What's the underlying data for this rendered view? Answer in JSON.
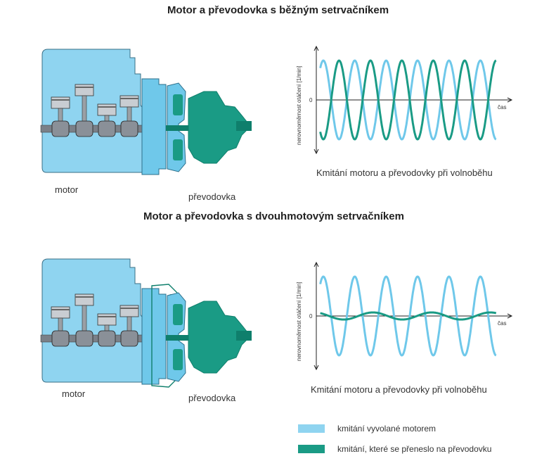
{
  "colors": {
    "engine_light": "#6fc8ea",
    "engine_fill": "#8fd4f0",
    "transmission": "#1a9b85",
    "transmission_dark": "#0f7f6c",
    "piston_gray": "#8a9098"
  },
  "section_top": {
    "title": "Motor a převodovka s běžným setrvačníkem",
    "engine_label": "motor",
    "gearbox_label": "převodovka",
    "chart_caption": "Kmitání motoru a převodovky při volnoběhu"
  },
  "section_bottom": {
    "title": "Motor a převodovka s dvouhmotovým setrvačníkem",
    "engine_label": "motor",
    "gearbox_label": "převodovka",
    "chart_caption": "Kmitání motoru a převodovky při volnoběhu"
  },
  "legend": {
    "engine": "kmitání vyvolané motorem",
    "transmission": "kmitání, které se přeneslo na převodovku"
  },
  "chart_data": [
    {
      "type": "line",
      "title": "",
      "xlabel": "čas",
      "ylabel": "nerovnoměrnost otáčení [1/min]",
      "zero_label": "0",
      "series": [
        {
          "name": "kmitání vyvolané motorem",
          "color": "#6fc8ea",
          "amplitude": 1.0,
          "cycles": 5.6,
          "phase": 0.0
        },
        {
          "name": "kmitání, které se přeneslo na převodovku",
          "color": "#1a9b85",
          "amplitude": 1.0,
          "cycles": 5.6,
          "phase": -0.5
        }
      ]
    },
    {
      "type": "line",
      "title": "",
      "xlabel": "čas",
      "ylabel": "nerovnoměrnost otáčení [1/min]",
      "zero_label": "0",
      "series": [
        {
          "name": "kmitání vyvolané motorem",
          "color": "#6fc8ea",
          "amplitude": 1.0,
          "cycles": 5.6,
          "phase": 0.0
        },
        {
          "name": "kmitání, které se přeneslo na převodovku",
          "color": "#1a9b85",
          "amplitude": 0.09,
          "cycles": 3.0,
          "phase": 0.2
        }
      ]
    }
  ]
}
